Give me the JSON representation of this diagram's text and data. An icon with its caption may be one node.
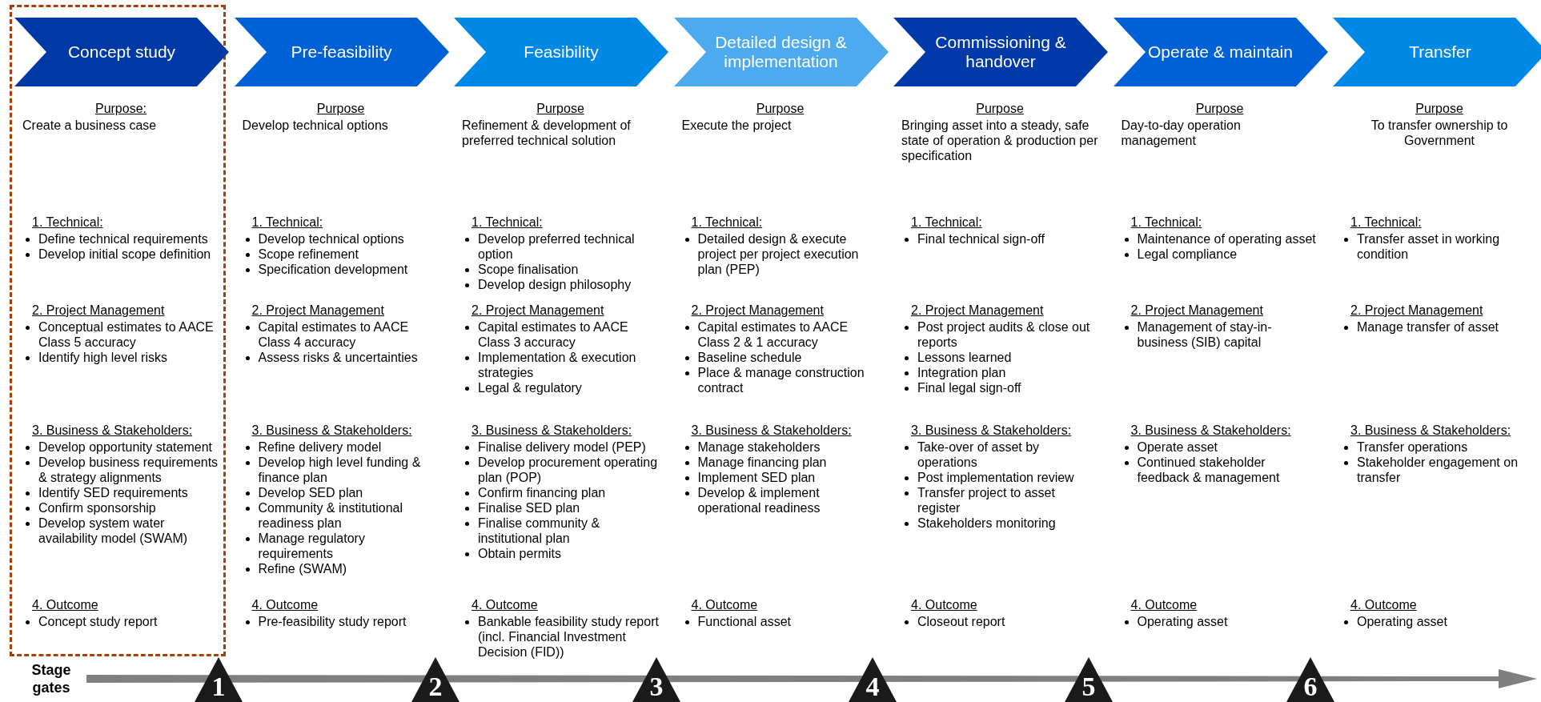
{
  "diagram": {
    "nodes": [
      {
        "text": [
          "Concept study"
        ],
        "beside": [
          "Purpose:",
          "Create a business case",
          "1. Technical:",
          "Define technical requirements",
          "Develop initial scope definition",
          "2. Project Management",
          "Conceptual estimates to AACE Class 5 accuracy",
          "Identify high level risks",
          "3. Business & Stakeholders:",
          "Develop opportunity statement",
          "Develop business requirements & strategy alignments",
          "Identify SED requirements",
          "Confirm sponsorship",
          "Develop system water availability model (SWAM)",
          "4. Outcome",
          "Concept study report"
        ]
      },
      {
        "text": [
          "Pre-feasibility"
        ],
        "beside": [
          "Purpose",
          "Develop technical options",
          "1. Technical:",
          "Develop technical options",
          "Scope refinement",
          "Specification development",
          "2. Project Management",
          "Capital estimates to AACE Class 4 accuracy",
          "Assess risks & uncertainties",
          "3. Business & Stakeholders:",
          "Refine delivery model",
          "Develop high level funding & finance plan",
          "Develop SED plan",
          "Community & institutional readiness plan",
          "Manage regulatory requirements",
          "Refine (SWAM)",
          "4. Outcome",
          "Pre-feasibility study report"
        ]
      },
      {
        "text": [
          "Feasibility"
        ],
        "beside": [
          "Purpose",
          "Refinement & development of preferred technical solution",
          "1. Technical:",
          "Develop preferred technical option",
          "Scope finalisation",
          "Develop design philosophy",
          "2. Project Management",
          "Capital estimates to AACE Class 3 accuracy",
          "Implementation & execution strategies",
          "Legal & regulatory",
          "3. Business & Stakeholders:",
          "Finalise delivery model (PEP)",
          "Develop procurement operating plan (POP)",
          "Confirm financing plan",
          "Finalise SED plan",
          "Finalise community & institutional plan",
          "Obtain permits",
          "4. Outcome",
          "Bankable feasibility study report (incl. Financial Investment Decision (FID))"
        ]
      },
      {
        "text": [
          "Detailed design & implementation"
        ],
        "beside": [
          "Purpose",
          "Execute the project",
          "1. Technical:",
          "Detailed design & execute project per project execution plan (PEP)",
          "2. Project Management",
          "Capital estimates to AACE Class 2 & 1 accuracy",
          "Baseline schedule",
          "Place & manage construction contract",
          "3. Business & Stakeholders:",
          "Manage stakeholders",
          "Manage financing plan",
          "Implement SED plan",
          "Develop & implement operational readiness",
          "4. Outcome",
          "Functional asset"
        ]
      },
      {
        "text": [
          "Commissioning & handover"
        ],
        "beside": [
          "Purpose",
          "Bringing asset into a steady, safe state of operation & production per specification",
          "1. Technical:",
          "Final technical sign-off",
          "2. Project Management",
          "Post project audits & close out reports",
          "Lessons learned",
          "Integration plan",
          "Final legal sign-off",
          "3. Business & Stakeholders:",
          "Take-over of asset by operations",
          "Post implementation review",
          "Transfer project to asset register",
          "Stakeholders monitoring",
          "4. Outcome",
          "Closeout report"
        ]
      },
      {
        "text": [
          "Operate & maintain"
        ],
        "beside": [
          "Purpose",
          "Day-to-day operation management",
          "1. Technical:",
          "Maintenance of operating asset",
          "Legal compliance",
          "2. Project Management",
          "Management of stay-in-business (SIB) capital",
          "3. Business & Stakeholders:",
          "Operate asset",
          "Continued stakeholder feedback & management",
          "4. Outcome",
          "Operating asset"
        ]
      },
      {
        "text": [
          "Transfer"
        ],
        "beside": [
          "Purpose",
          "To transfer ownership to Government",
          "1. Technical:",
          "Transfer asset in working condition",
          "2. Project Management",
          "Manage transfer of asset",
          "3. Business & Stakeholders:",
          "Transfer operations",
          "Stakeholder engagement on transfer",
          "4. Outcome",
          "Operating asset"
        ]
      },
      {
        "text": [
          "1"
        ]
      },
      {
        "text": [
          "2"
        ]
      },
      {
        "text": [
          "3"
        ]
      },
      {
        "text": [
          "4"
        ]
      },
      {
        "text": [
          "5"
        ]
      },
      {
        "text": [
          "6"
        ]
      }
    ],
    "labels": [
      "Stage gates"
    ]
  }
}
